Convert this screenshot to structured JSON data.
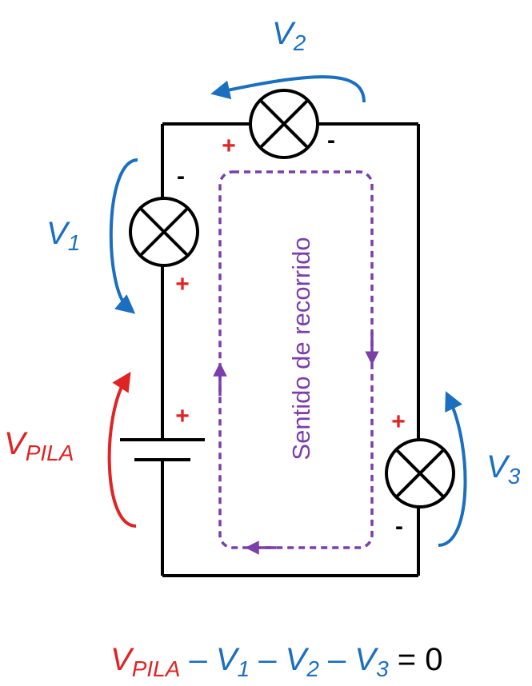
{
  "colors": {
    "wire": "#000000",
    "voltage_blue": "#1a6fc0",
    "battery_red": "#e02323",
    "polarity_red": "#e02323",
    "direction_purple": "#7a3fa8"
  },
  "labels": {
    "v1_main": "V",
    "v1_sub": "1",
    "v2_main": "V",
    "v2_sub": "2",
    "v3_main": "V",
    "v3_sub": "3",
    "vpila_main": "V",
    "vpila_sub": "PILA"
  },
  "polarity": {
    "lamp2_plus": "+",
    "lamp2_minus": "-",
    "lamp1_minus": "-",
    "lamp1_plus": "+",
    "battery_plus": "+",
    "lamp3_plus": "+",
    "lamp3_minus": "-"
  },
  "direction_label": "Sentido de recorrido",
  "equation": {
    "t1_main": "V",
    "t1_sub": "PILA",
    "op1": " – ",
    "t2_main": "V",
    "t2_sub": "1",
    "op2": " – ",
    "t3_main": "V",
    "t3_sub": "2",
    "op3": " – ",
    "t4_main": "V",
    "t4_sub": "3",
    "rhs": " = 0"
  }
}
